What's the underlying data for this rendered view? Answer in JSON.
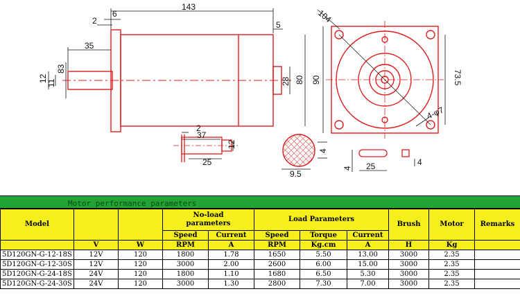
{
  "drawing": {
    "side_view_dims": [
      "143",
      "6",
      "2",
      "35",
      "83",
      "12",
      "11",
      "5",
      "28",
      "80"
    ],
    "front_view_dims": [
      "104",
      "90",
      "73.5",
      "4-φ7"
    ],
    "shaft_dims": [
      "2",
      "37",
      "25",
      "12"
    ],
    "end_dims": [
      "4",
      "9.5"
    ],
    "key_dims": [
      "25",
      "4",
      "4"
    ],
    "line_color": "#e01b1b"
  },
  "table": {
    "title": "Motor performance parameters",
    "headers": {
      "model": "Model",
      "noload": "No-load\nparameters",
      "noload_line1": "No-load",
      "noload_line2": "parameters",
      "speed": "Speed",
      "current": "Current",
      "load": "Load Parameters",
      "torque": "Torque",
      "brush": "Brush",
      "motor": "Motor",
      "remarks": "Remarks"
    },
    "units": [
      "V",
      "W",
      "RPM",
      "A",
      "RPM",
      "Kg.cm",
      "A",
      "H",
      "Kg"
    ],
    "rows": [
      {
        "model": "5D120GN-G-12-18S",
        "v": "12V",
        "w": "120",
        "nl_speed": "1800",
        "nl_current": "1.78",
        "speed": "1650",
        "torque": "5.50",
        "current": "13.00",
        "brush": "3000",
        "motor": "2.35",
        "remarks": ""
      },
      {
        "model": "5D120GN-G-12-30S",
        "v": "12V",
        "w": "120",
        "nl_speed": "3000",
        "nl_current": "2.00",
        "speed": "2600",
        "torque": "6.00",
        "current": "15.00",
        "brush": "3000",
        "motor": "2.35",
        "remarks": ""
      },
      {
        "model": "5D120GN-G-24-18S",
        "v": "24V",
        "w": "120",
        "nl_speed": "1800",
        "nl_current": "1.10",
        "speed": "1680",
        "torque": "6.50",
        "current": "5.30",
        "brush": "3000",
        "motor": "2.35",
        "remarks": ""
      },
      {
        "model": "5D120GN-G-24-30S",
        "v": "24V",
        "w": "120",
        "nl_speed": "3000",
        "nl_current": "1.30",
        "speed": "2800",
        "torque": "7.30",
        "current": "7.00",
        "brush": "3000",
        "motor": "2.35",
        "remarks": ""
      }
    ],
    "colors": {
      "header_bg": "#f6ef1c",
      "title_bg": "#22a336"
    }
  }
}
